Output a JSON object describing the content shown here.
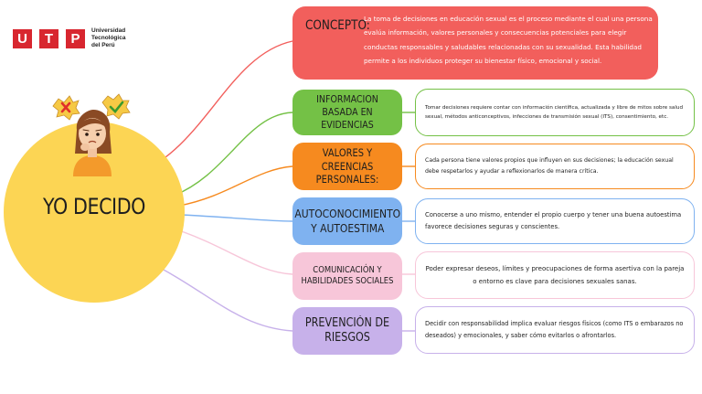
{
  "logo": {
    "letters": [
      "U",
      "T",
      "P"
    ],
    "line1": "Universidad",
    "line2": "Tecnológica",
    "line3": "del Perú"
  },
  "center": {
    "title": "YO DECIDO"
  },
  "concept": {
    "label": "CONCEPTO:",
    "text": "La toma de decisiones en educación sexual es el proceso mediante el cual una persona evalúa información, valores personales y consecuencias potenciales para elegir conductas responsables y saludables relacionadas con su sexualidad. Esta habilidad permite a los individuos proteger su bienestar físico, emocional y social."
  },
  "branches": [
    {
      "label": "INFORMACION BASADA EN EVIDENCIAS",
      "text": "Tomar decisiones requiere contar con información científica, actualizada y libre de mitos sobre salud sexual, métodos anticonceptivos, infecciones de transmisión sexual (ITS), consentimiento, etc."
    },
    {
      "label": "VALORES Y CREENCIAS PERSONALES:",
      "text": "Cada persona tiene valores propios que influyen en sus decisiones; la educación sexual debe respetarlos y ayudar a reflexionarlos de manera crítica."
    },
    {
      "label": "AUTOCONOCIMIENTO Y AUTOESTIMA",
      "text": "Conocerse a uno mismo, entender el propio cuerpo y tener una buena autoestima favorece decisiones seguras y conscientes."
    },
    {
      "label": "COMUNICACIÓN Y HABILIDADES SOCIALES",
      "text": "Poder expresar deseos, límites y preocupaciones de forma asertiva con la pareja o entorno es clave para decisiones sexuales sanas."
    },
    {
      "label": "PREVENCIÓN DE RIESGOS",
      "text": "Decidir con responsabilidad implica evaluar riesgos físicos (como ITS o embarazos no deseados) y emocionales, y saber cómo evitarlos o afrontarlos."
    }
  ],
  "colors": {
    "concept": "#f25f5c",
    "circle": "#fcd554",
    "info": "#74c146",
    "valores": "#f68a1f",
    "autoconocimiento": "#7fb2f0",
    "comunicacion": "#f7c6d9",
    "prevencion": "#c7b1ea"
  }
}
